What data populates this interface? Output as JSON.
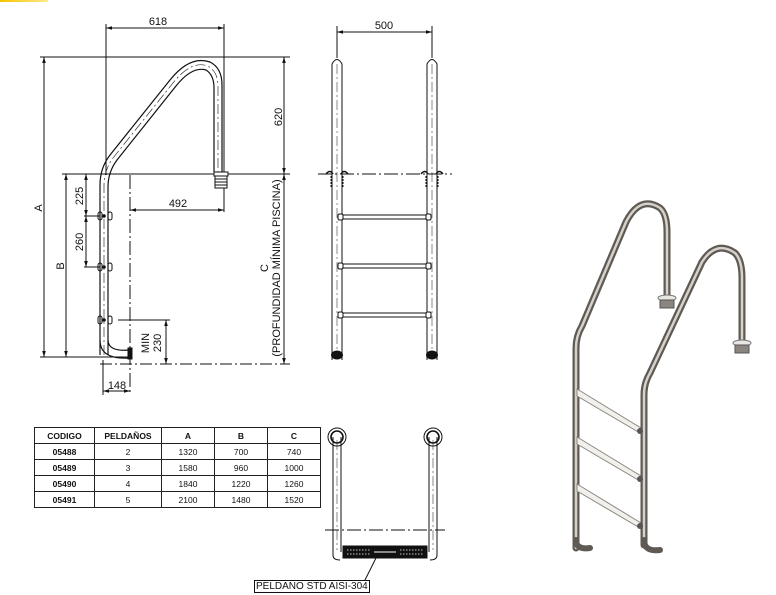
{
  "side_view": {
    "dim_top_width": "618",
    "dim_handrail_height": "620",
    "dim_offset": "492",
    "dim_step1": "225",
    "dim_step2": "260",
    "dim_min_label": "MIN",
    "dim_min_value": "230",
    "dim_foot": "148",
    "label_a": "A",
    "label_b": "B",
    "label_c": "C",
    "label_c_note": "(PROFUNDIDAD MÍNIMA  PISCINA)"
  },
  "front_view": {
    "dim_width": "500"
  },
  "top_view": {
    "callout": "PELDAÑO STD AISI-304"
  },
  "spec_table": {
    "headers": [
      "CODIGO",
      "PELDAÑOS",
      "A",
      "B",
      "C"
    ],
    "rows": [
      [
        "05488",
        "2",
        "1320",
        "700",
        "740"
      ],
      [
        "05489",
        "3",
        "1580",
        "960",
        "1000"
      ],
      [
        "05490",
        "4",
        "1840",
        "1220",
        "1260"
      ],
      [
        "05491",
        "5",
        "2100",
        "1480",
        "1520"
      ]
    ]
  },
  "colors": {
    "line": "#111111",
    "steel_dark": "#6f6a64",
    "steel_light": "#cfcac2",
    "accent_mark": "#f5c400"
  }
}
